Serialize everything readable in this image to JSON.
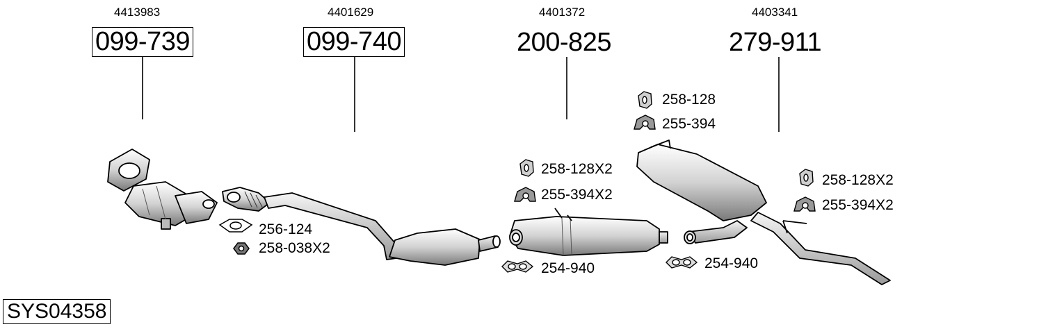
{
  "system_code": "SYS04358",
  "groups": [
    {
      "oem": "4413983",
      "part": "099-739"
    },
    {
      "oem": "4401629",
      "part": "099-740"
    },
    {
      "oem": "4401372",
      "part": "200-825"
    },
    {
      "oem": "4403341",
      "part": "279-911"
    }
  ],
  "accessories": [
    {
      "code": "256-124",
      "icon": "gasket-icon"
    },
    {
      "code": "258-038X2",
      "icon": "nut-icon"
    },
    {
      "code": "258-128X2",
      "icon": "rubber-hanger-icon"
    },
    {
      "code": "255-394X2",
      "icon": "mounting-ring-icon"
    },
    {
      "code": "254-940",
      "icon": "clamp-icon"
    },
    {
      "code": "258-128",
      "icon": "rubber-hanger-icon"
    },
    {
      "code": "255-394",
      "icon": "mounting-ring-icon"
    },
    {
      "code": "254-940",
      "icon": "clamp-icon"
    },
    {
      "code": "258-128X2",
      "icon": "rubber-hanger-icon"
    },
    {
      "code": "255-394X2",
      "icon": "mounting-ring-icon"
    }
  ]
}
